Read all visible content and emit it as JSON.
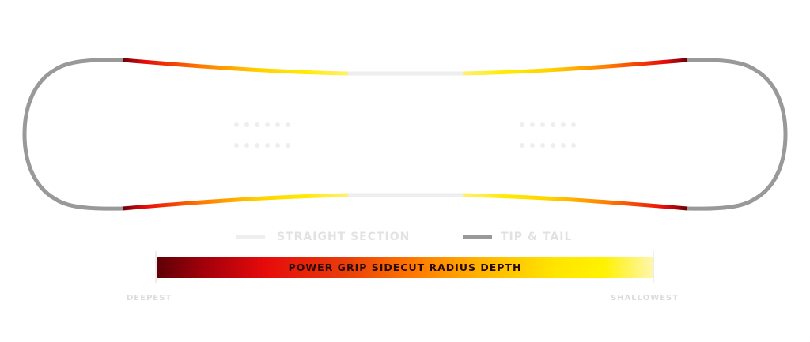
{
  "legend": {
    "straight_section": "STRAIGHT SECTION",
    "tip_tail": "TIP & TAIL"
  },
  "scale": {
    "title": "POWER GRIP SIDECUT RADIUS DEPTH",
    "min_label": "DEEPEST",
    "max_label": "SHALLOWEST"
  },
  "colors": {
    "tip_tail": "#999999",
    "straight": "#eeeeee",
    "deepest": "#5e0006",
    "shallowest": "#fff200"
  }
}
